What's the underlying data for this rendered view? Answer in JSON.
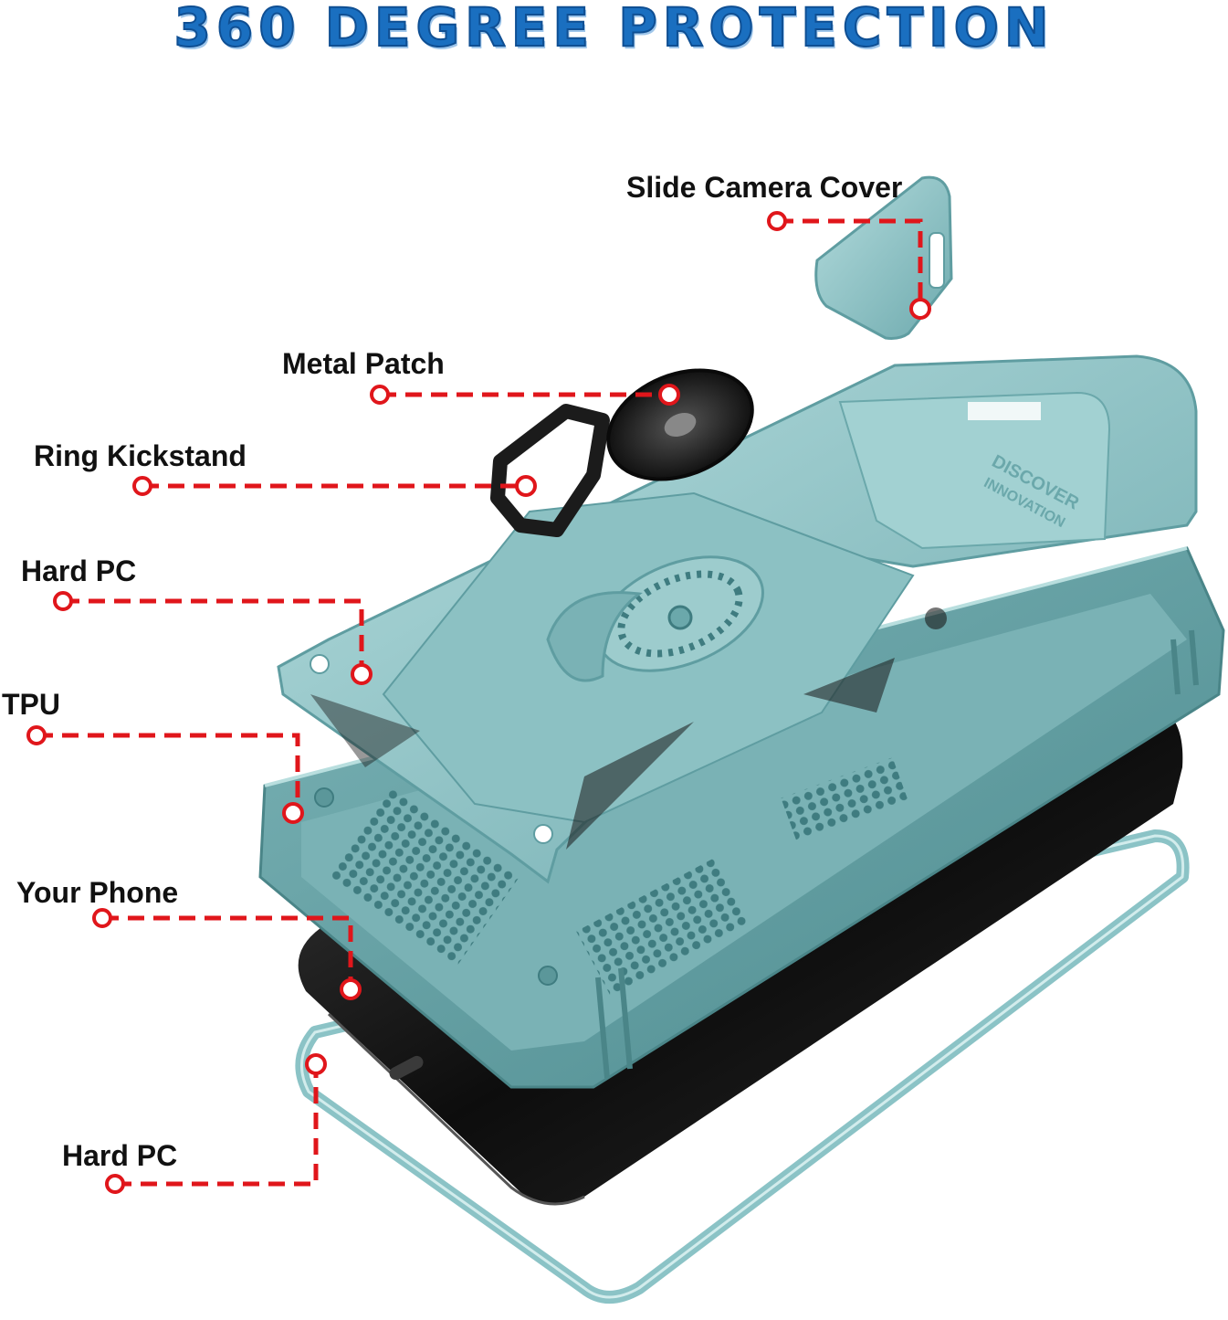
{
  "title": "360 DEGREE PROTECTION",
  "emboss_text": [
    "DISCOVER",
    "INNOVATION"
  ],
  "labels": {
    "slide_camera_cover": "Slide Camera Cover",
    "metal_patch": "Metal Patch",
    "ring_kickstand": "Ring Kickstand",
    "hard_pc_top": "Hard PC",
    "tpu": "TPU",
    "your_phone": "Your Phone",
    "hard_pc_bottom": "Hard PC"
  },
  "colors": {
    "title": "#1a6fc0",
    "case_teal": "#8fc6c8",
    "case_dark": "#5c9a9e",
    "phone_black": "#161616",
    "ring_black": "#1b1b1b",
    "callout_red": "#e0161b"
  }
}
